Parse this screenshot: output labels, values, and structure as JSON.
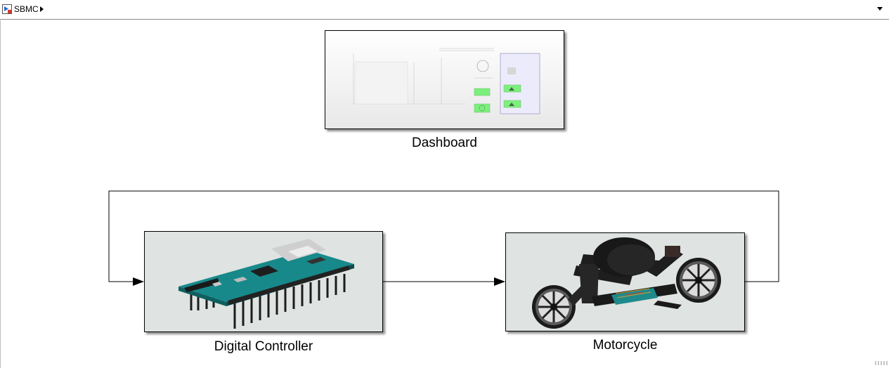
{
  "breadcrumb": {
    "model_name": "SBMC"
  },
  "blocks": {
    "dashboard": {
      "label": "Dashboard"
    },
    "digital_controller": {
      "label": "Digital Controller"
    },
    "motorcycle": {
      "label": "Motorcycle"
    }
  },
  "colors": {
    "block_fill": "#dfe3e1",
    "panel_green": "#7cf07c",
    "panel_lavender": "#ecebfb"
  },
  "icons": [
    "simulink-model-icon",
    "breadcrumb-arrow-icon",
    "dropdown-icon"
  ]
}
